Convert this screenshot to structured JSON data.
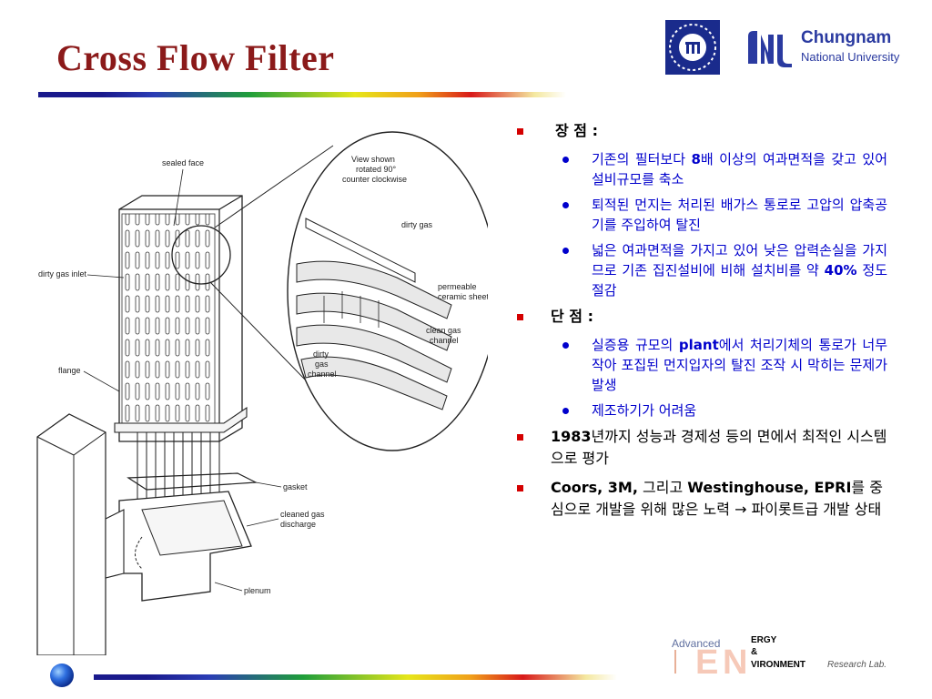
{
  "slide": {
    "title": "Cross Flow Filter"
  },
  "logos": {
    "university_name": "Chungnam",
    "university_sub": "National University",
    "lab_advanced": "Advanced",
    "lab_ergy": "ERGY",
    "lab_amp": "&",
    "lab_vironment": "VIRONMENT",
    "lab_research": "Research Lab.",
    "emblem_icon": "university-emblem-icon",
    "cnu_icon": "cnu-monogram-icon"
  },
  "diagram": {
    "labels": {
      "sealed_face": "sealed face",
      "view_line1": "View shown",
      "view_line2": "rotated 90°",
      "view_line3": "counter clockwise",
      "dirty_gas_inlet": "dirty gas inlet",
      "dirty_gas": "dirty gas",
      "permeable_line1": "permeable",
      "permeable_line2": "ceramic sheet",
      "clean_line1": "clean gas",
      "clean_line2": "channel",
      "dirty_ch_line1": "dirty",
      "dirty_ch_line2": "gas",
      "dirty_ch_line3": "channel",
      "flange": "flange",
      "gasket": "gasket",
      "cleaned_line1": "cleaned gas",
      "cleaned_line2": "discharge",
      "plenum": "plenum"
    }
  },
  "content": {
    "advantages_label": "장 점 :",
    "adv_1_pre": "기존의 필터보다 ",
    "adv_1_bold": "8",
    "adv_1_post": "배 이상의 여과면적을 갖고 있어 설비규모를 축소",
    "adv_2": "퇴적된 먼지는 처리된 배가스 통로로 고압의 압축공기를 주입하여 탈진",
    "adv_3_pre": "넓은 여과면적을 가지고 있어 낮은 압력손실을 가지므로 기존 집진설비에 비해 설치비를 약 ",
    "adv_3_bold": "40%",
    "adv_3_post": " 정도 절감",
    "disadvantages_label": "단 점 :",
    "dis_1_pre": "실증용 규모의 ",
    "dis_1_bold": "plant",
    "dis_1_post": "에서 처리기체의 통로가 너무 작아 포집된 먼지입자의 탈진 조작 시 막히는 문제가 발생",
    "dis_2": "제조하기가 어려움",
    "point_3_bold": "1983",
    "point_3_post": "년까지 성능과 경제성 등의 면에서 최적인 시스템으로 평가",
    "point_4_bold1": "Coors, 3M,",
    "point_4_mid": " 그리고 ",
    "point_4_bold2": "Westinghouse, EPRI",
    "point_4_post": "를 중심으로 개발을 위해 많은 노력 → 파이롯트급 개발 상태"
  }
}
